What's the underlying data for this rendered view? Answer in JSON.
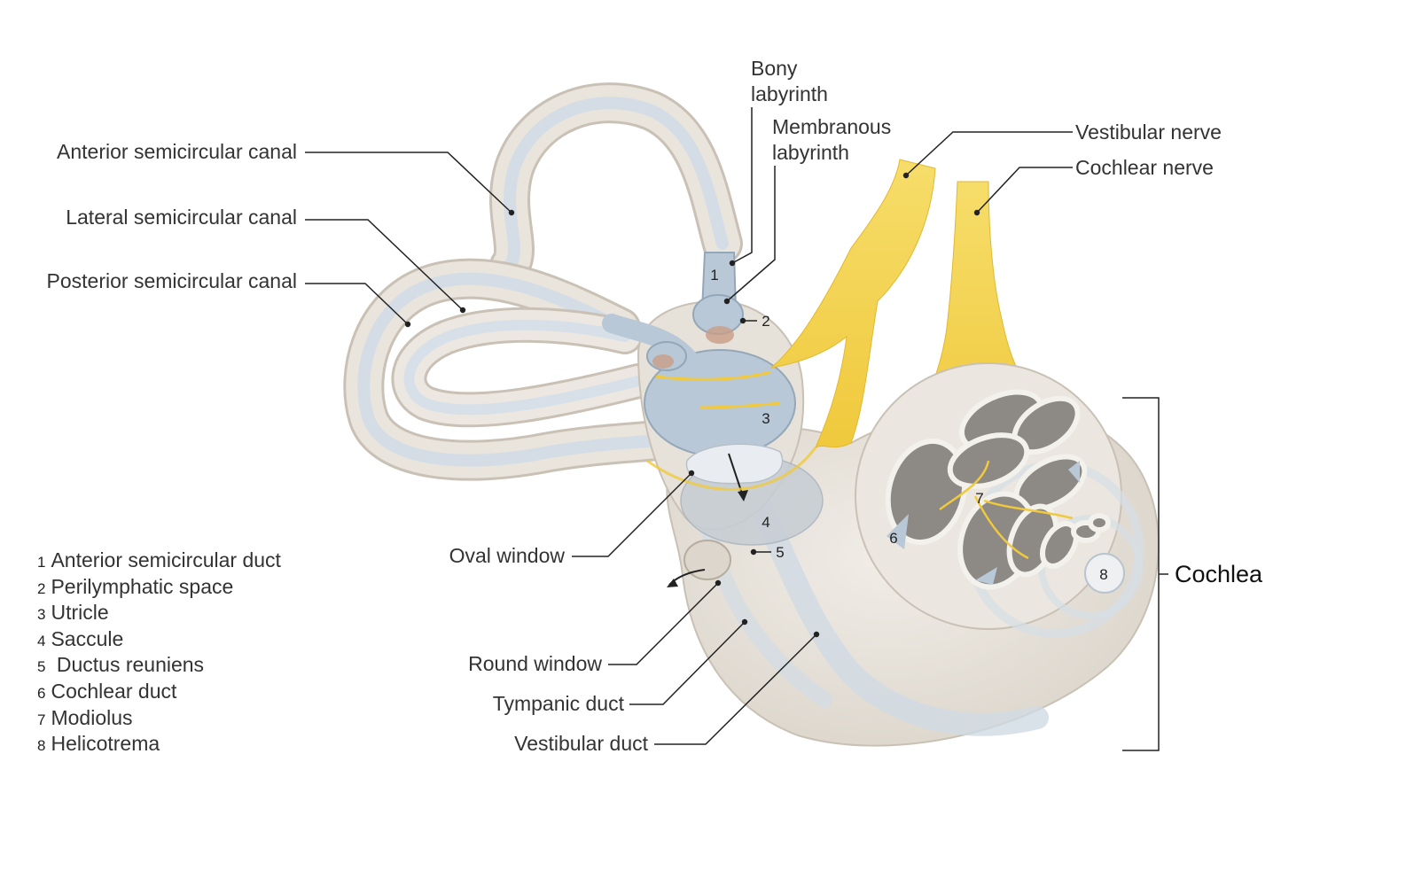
{
  "labels": {
    "bony_labyrinth": [
      "Bony",
      "labyrinth"
    ],
    "membranous_labyrinth": [
      "Membranous",
      "labyrinth"
    ],
    "anterior_canal": "Anterior semicircular canal",
    "lateral_canal": "Lateral semicircular canal",
    "posterior_canal": "Posterior semicircular canal",
    "vestibular_nerve": "Vestibular nerve",
    "cochlear_nerve": "Cochlear nerve",
    "oval_window": "Oval window",
    "round_window": "Round window",
    "tympanic_duct": "Tympanic duct",
    "vestibular_duct": "Vestibular duct",
    "cochlea": "Cochlea"
  },
  "markers": {
    "m1": "1",
    "m2": "2",
    "m3": "3",
    "m4": "4",
    "m5": "5",
    "m6": "6",
    "m7": "7",
    "m8": "8"
  },
  "legend": [
    {
      "num": "1",
      "text": "Anterior semicircular duct"
    },
    {
      "num": "2",
      "text": "Perilymphatic space"
    },
    {
      "num": "3",
      "text": "Utricle"
    },
    {
      "num": "4",
      "text": "Saccule"
    },
    {
      "num": "5",
      "text": " Ductus reuniens"
    },
    {
      "num": "6",
      "text": "Cochlear duct"
    },
    {
      "num": "7",
      "text": "Modiolus"
    },
    {
      "num": "8",
      "text": "Helicotrema"
    }
  ],
  "colors": {
    "bone": "#e9e4dc",
    "bone_edge": "#c9c1b5",
    "membrane": "#b9c8d6",
    "nerve": "#f3d55a",
    "cochlea_chamber": "#8d8985"
  }
}
